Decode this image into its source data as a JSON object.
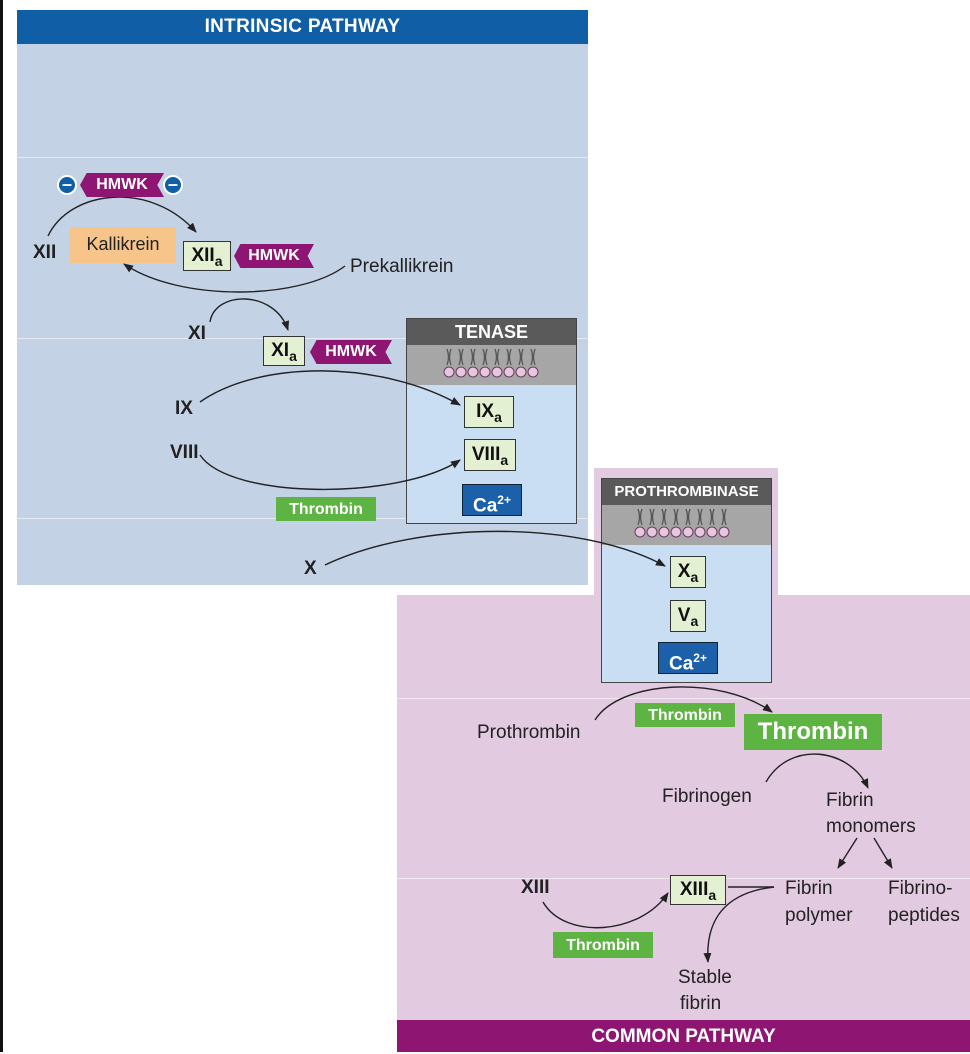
{
  "intrinsic": {
    "title": "INTRINSIC PATHWAY",
    "hmwk": "HMWK",
    "factor_xii": "XII",
    "kallikrein": "Kallikrein",
    "xiia_main": "XII",
    "prekallikrein": "Prekallikrein",
    "factor_xi": "XI",
    "xia_main": "XI",
    "factor_ix": "IX",
    "factor_viii": "VIII",
    "thrombin": "Thrombin",
    "factor_x": "X",
    "sub_a": "a"
  },
  "tenase": {
    "title": "TENASE",
    "ixa_main": "IX",
    "viiia_main": "VIII",
    "ca_main": "Ca",
    "ca_sup": "2+"
  },
  "prothrombinase": {
    "title": "PROTHROMBINASE",
    "xa_main": "X",
    "va_main": "V",
    "ca_main": "Ca",
    "ca_sup": "2+"
  },
  "common": {
    "title": "COMMON PATHWAY",
    "prothrombin": "Prothrombin",
    "thrombin_small": "Thrombin",
    "thrombin_big": "Thrombin",
    "fibrinogen": "Fibrinogen",
    "fibrin_monomers_1": "Fibrin",
    "fibrin_monomers_2": "monomers",
    "factor_xiii": "XIII",
    "xiiia_main": "XIII",
    "fibrin_polymer_1": "Fibrin",
    "fibrin_polymer_2": "polymer",
    "fibrinopeptides_1": "Fibrino-",
    "fibrinopeptides_2": "peptides",
    "thrombin_xiii": "Thrombin",
    "stable_fibrin_1": "Stable",
    "stable_fibrin_2": "fibrin"
  },
  "colors": {
    "intrinsic_bg": "#c4d2e6",
    "intrinsic_header": "#0f5ea6",
    "common_bg": "#e2cae0",
    "common_header": "#8e1672",
    "hmwk": "#8e1672",
    "thrombin_tag": "#5db443",
    "kallikrein": "#f7c48a",
    "factor_box": "#e3f0d2",
    "calcium": "#1b60a8"
  }
}
